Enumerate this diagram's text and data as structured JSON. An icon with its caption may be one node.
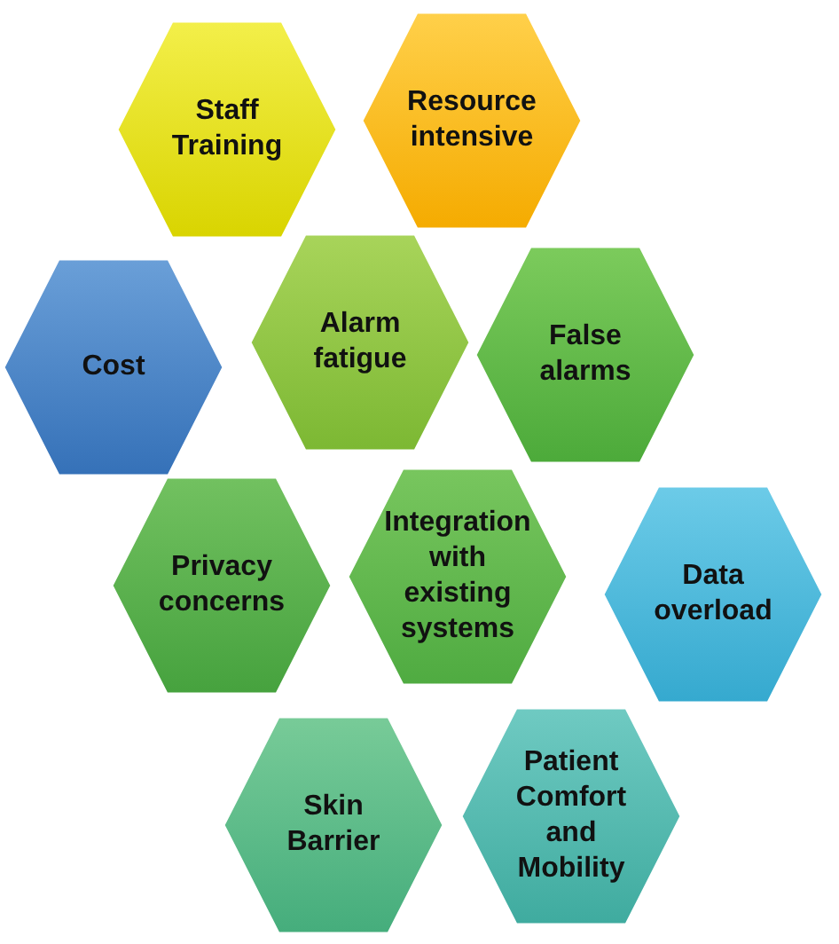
{
  "diagram": {
    "nodes": [
      {
        "text": [
          "Staff Training"
        ]
      },
      {
        "text": [
          "Resource intensive"
        ]
      },
      {
        "text": [
          "Cost"
        ]
      },
      {
        "text": [
          "Alarm fatigue"
        ]
      },
      {
        "text": [
          "False alarms"
        ]
      },
      {
        "text": [
          "Privacy concerns"
        ]
      },
      {
        "text": [
          "Integration with existing systems"
        ]
      },
      {
        "text": [
          "Data overload"
        ]
      },
      {
        "text": [
          "Skin Barrier"
        ]
      },
      {
        "text": [
          "Patient Comfort and Mobility"
        ]
      }
    ]
  }
}
